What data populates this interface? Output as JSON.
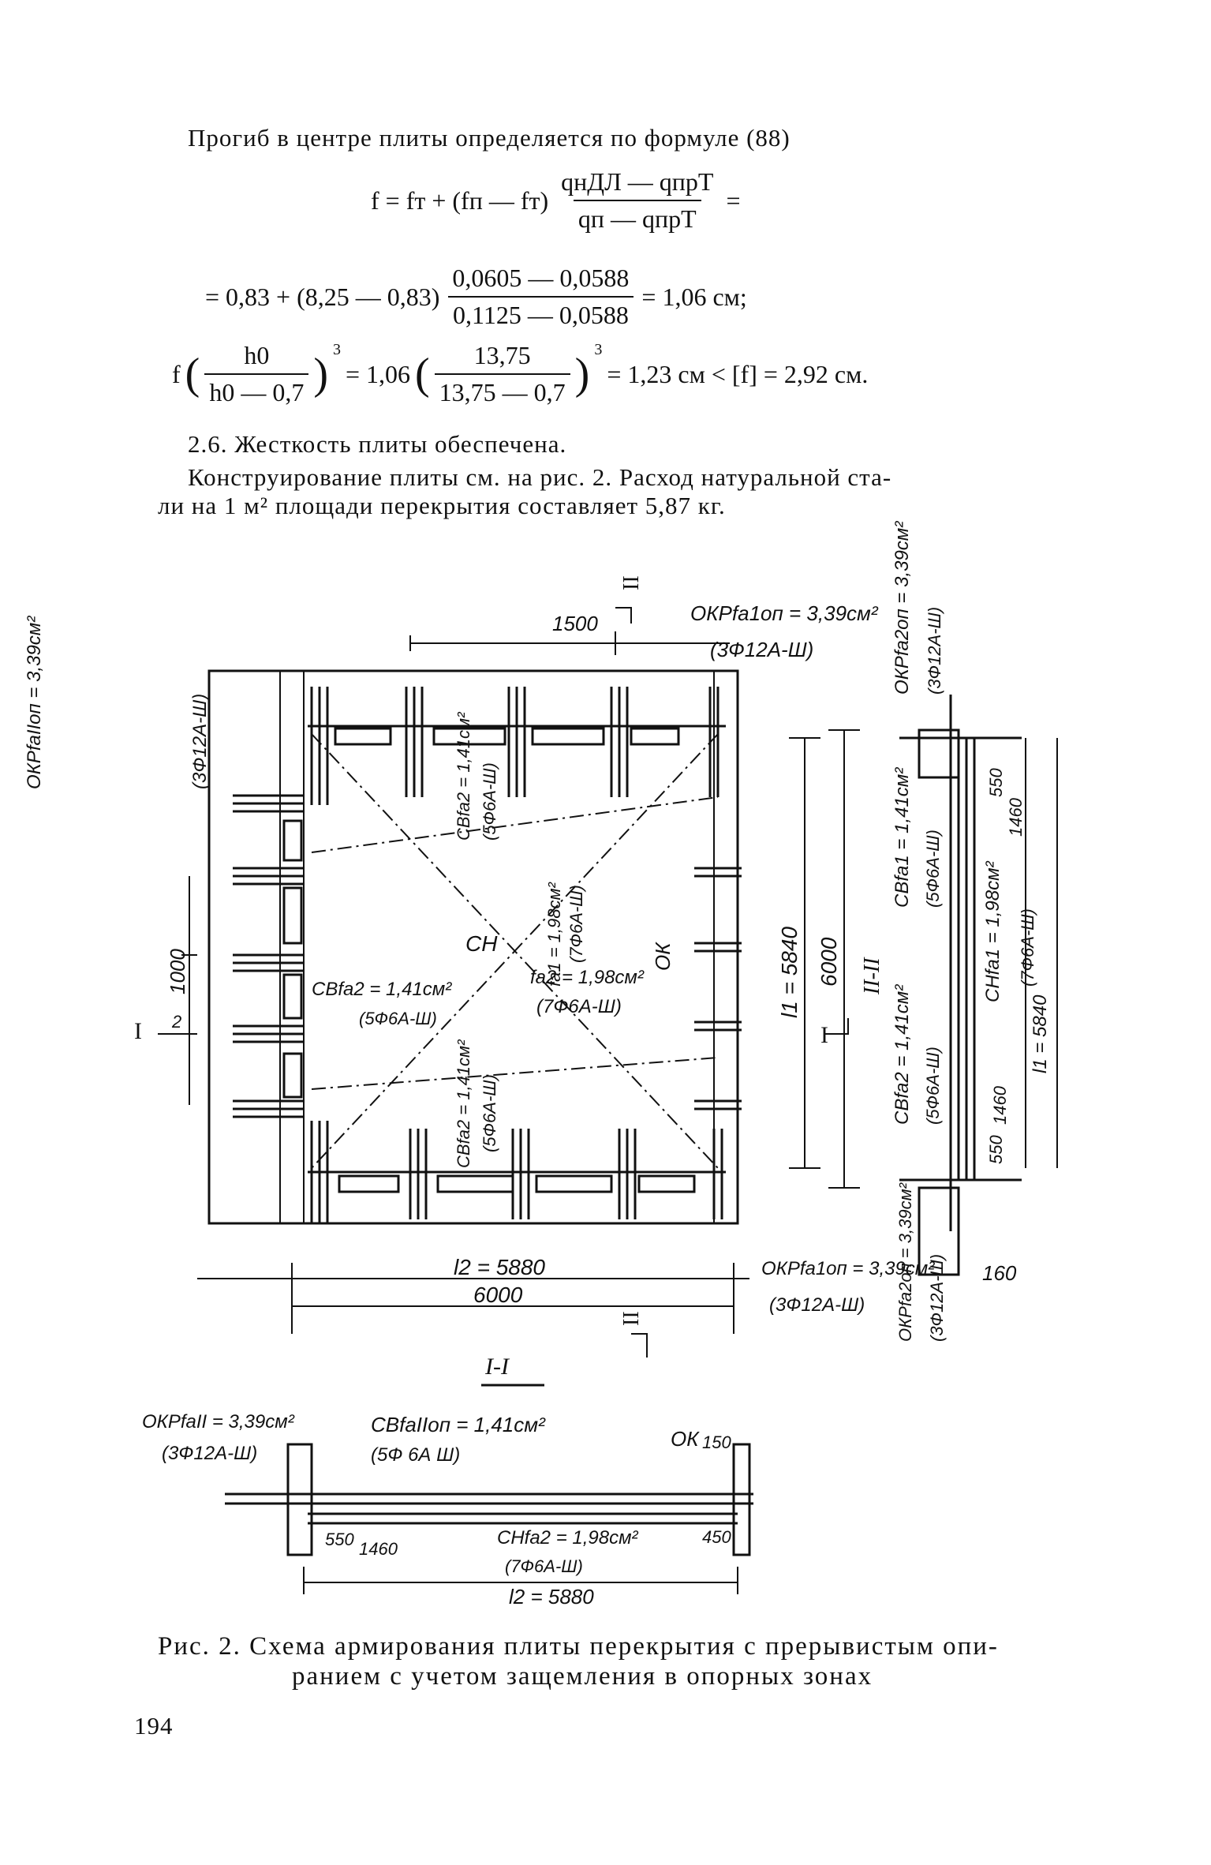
{
  "text": {
    "intro": "Прогиб в центре плиты определяется по формуле (88)",
    "f1_lhs": "f = fт + (fп — fт)",
    "f1_num": "qнДЛ — qпрТ",
    "f1_den": "qп — qпрТ",
    "f1_eq": "=",
    "f2_pre": "= 0,83 + (8,25 — 0,83)",
    "f2_num": "0,0605 — 0,0588",
    "f2_den": "0,1125 — 0,0588",
    "f2_post": "= 1,06 см;",
    "f3_pre": "f",
    "f3_num1": "h0",
    "f3_den1": "h0 — 0,7",
    "f3_mid": "= 1,06",
    "f3_num2": "13,75",
    "f3_den2": "13,75 — 0,7",
    "f3_post": "= 1,23 см < [f] = 2,92 см.",
    "exp": "3",
    "p1": "2.6. Жесткость плиты обеспечена.",
    "p2a": "Конструирование плиты см. на рис. 2. Расход натуральной ста-",
    "p2b": "ли на 1 м² площади перекрытия составляет 5,87 кг.",
    "caption1": "Рис. 2. Схема армирования плиты перекрытия с прерывистым опи-",
    "caption2": "ранием с учетом защемления в опорных зонах",
    "page_num": "194"
  },
  "labels": {
    "d1500": "1500",
    "okp_top": "ОКРfa1оп = 3,39см²",
    "okp_top_b": "(3Ф12А-Ш)",
    "okp_left": "ОКРfaIIоп = 3,39см²",
    "okp_left_b": "(3Ф12А-Ш)",
    "cb_top": "СВfa2 = 1,41см²",
    "cb_top_b": "(5Ф6А-Ш)",
    "ch1": "fa1 = 1,98см²",
    "ch1_b": "(7Ф6А-Ш)",
    "ch_mark": "СН",
    "ok_mark": "ОК",
    "ch2": "fa2 = 1,98см²",
    "ch2_b": "(7Ф6А-Ш)",
    "cb_left": "СВfa2 = 1,41см²",
    "cb_left_b": "(5Ф6А-Ш)",
    "cb_bot": "СВfa2 = 1,41см²",
    "cb_bot_b": "(5Ф6А-Ш)",
    "d1000": "1000",
    "sec1": "I",
    "sec2": "2",
    "l1": "l1 = 5840",
    "d6000v": "6000",
    "sec22": "II-II",
    "sec2_top": "II",
    "sec2_bot": "II",
    "sec1_r": "I",
    "l2": "l2 = 5880",
    "d6000h": "6000",
    "okp_br": "ОКРfa1оп = 3,39см²",
    "okp_br_b": "(3Ф12А-Ш)",
    "r_okp_top": "ОКРfa2оп = 3,39см²",
    "r_okp_top_b": "(3Ф12А-Ш)",
    "r_cb1": "СВfa1 = 1,41см²",
    "r_cb1_b": "(5Ф6А-Ш)",
    "r550a": "550",
    "r1460a": "1460",
    "r_ch": "СНfa1 = 1,98см²",
    "r_ch_b": "(7Ф6А-Ш)",
    "r_l1": "l1 = 5840",
    "r_cb2": "СВfa2 = 1,41см²",
    "r_cb2_b": "(5Ф6А-Ш)",
    "r1460b": "1460",
    "r550b": "550",
    "r_okp_bot": "ОКРfa2оп = 3,39см²",
    "r_okp_bot_b": "(3Ф12А-Ш)",
    "r160": "160",
    "s_title": "I-I",
    "s_okp": "ОКРfaII = 3,39см²",
    "s_okp_b": "(3Ф12А-Ш)",
    "s_cb": "СВfaIIоп = 1,41см²",
    "s_cb_b": "(5Ф 6А Ш)",
    "s_ok": "ОК",
    "s150": "150",
    "s550": "550",
    "s1460": "1460",
    "s_ch": "СНfa2 = 1,98см²",
    "s_ch_b": "(7Ф6А-Ш)",
    "s450": "450",
    "s_l2": "l2 = 5880"
  }
}
